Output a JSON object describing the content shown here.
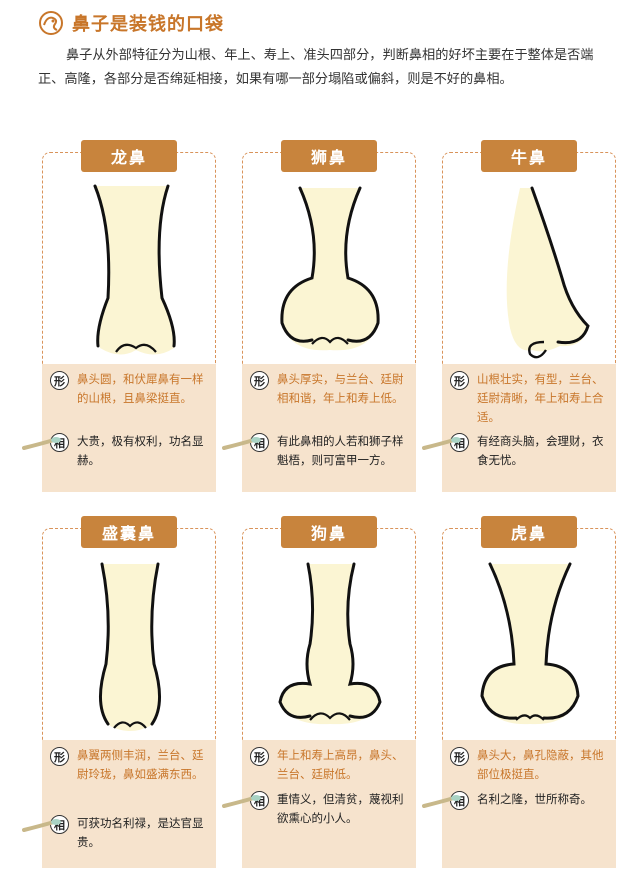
{
  "header": {
    "title": "鼻子是装钱的口袋",
    "intro": "鼻子从外部特征分为山根、年上、寿上、准头四部分，判断鼻相的好坏主要在于整体是否端正、高隆，各部分是否绵延相接，如果有哪一部分塌陷或偏斜，则是不好的鼻相。"
  },
  "badges": {
    "form": "形",
    "fate": "相"
  },
  "noses": [
    {
      "name": "龙鼻",
      "form": "鼻头圆，和伏犀鼻有一样的山根，且鼻梁挺直。",
      "fate": "大贵，极有权利，功名显赫。"
    },
    {
      "name": "狮鼻",
      "form": "鼻头厚实，与兰台、廷尉相和谐，年上和寿上低。",
      "fate": "有此鼻相的人若和狮子样魁梧，则可富甲一方。"
    },
    {
      "name": "牛鼻",
      "form": "山根壮实，有型，兰台、廷尉清晰，年上和寿上合适。",
      "fate": "有经商头脑，会理财，衣食无忧。"
    },
    {
      "name": "盛囊鼻",
      "form": "鼻翼两侧丰润，兰台、廷尉玲珑，鼻如盛满东西。",
      "fate": "可获功名利禄，是达官显贵。"
    },
    {
      "name": "狗鼻",
      "form": "年上和寿上高昂，鼻头、兰台、廷尉低。",
      "fate": "重情义，但清贫，蔑视利欲熏心的小人。"
    },
    {
      "name": "虎鼻",
      "form": "鼻头大，鼻孔隐蔽，其他部位极挺直。",
      "fate": "名利之隆，世所称奇。"
    }
  ],
  "colors": {
    "accent": "#c8843d",
    "panel": "#f6e3cd",
    "skin": "#fbf5d3",
    "dash": "#d9935a"
  }
}
